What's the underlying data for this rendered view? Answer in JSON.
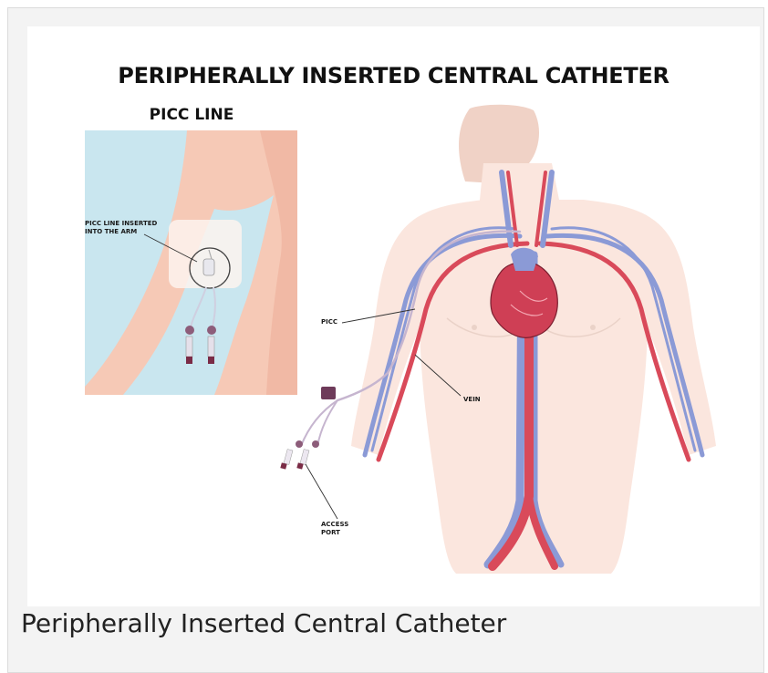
{
  "figure": {
    "title": "PERIPHERALLY INSERTED CENTRAL CATHETER",
    "inset_title": "PICC LINE",
    "labels": {
      "inserted": "PICC LINE INSERTED\nINTO THE ARM",
      "picc": "PICC",
      "vein": "VEIN",
      "access_port": "ACCESS\nPORT"
    }
  },
  "caption": "Peripherally Inserted Central Catheter",
  "colors": {
    "vein": "#8b9ad6",
    "artery": "#d94a5a",
    "skin": "#fbe6de",
    "inset_bg": "#c9e6ef"
  }
}
